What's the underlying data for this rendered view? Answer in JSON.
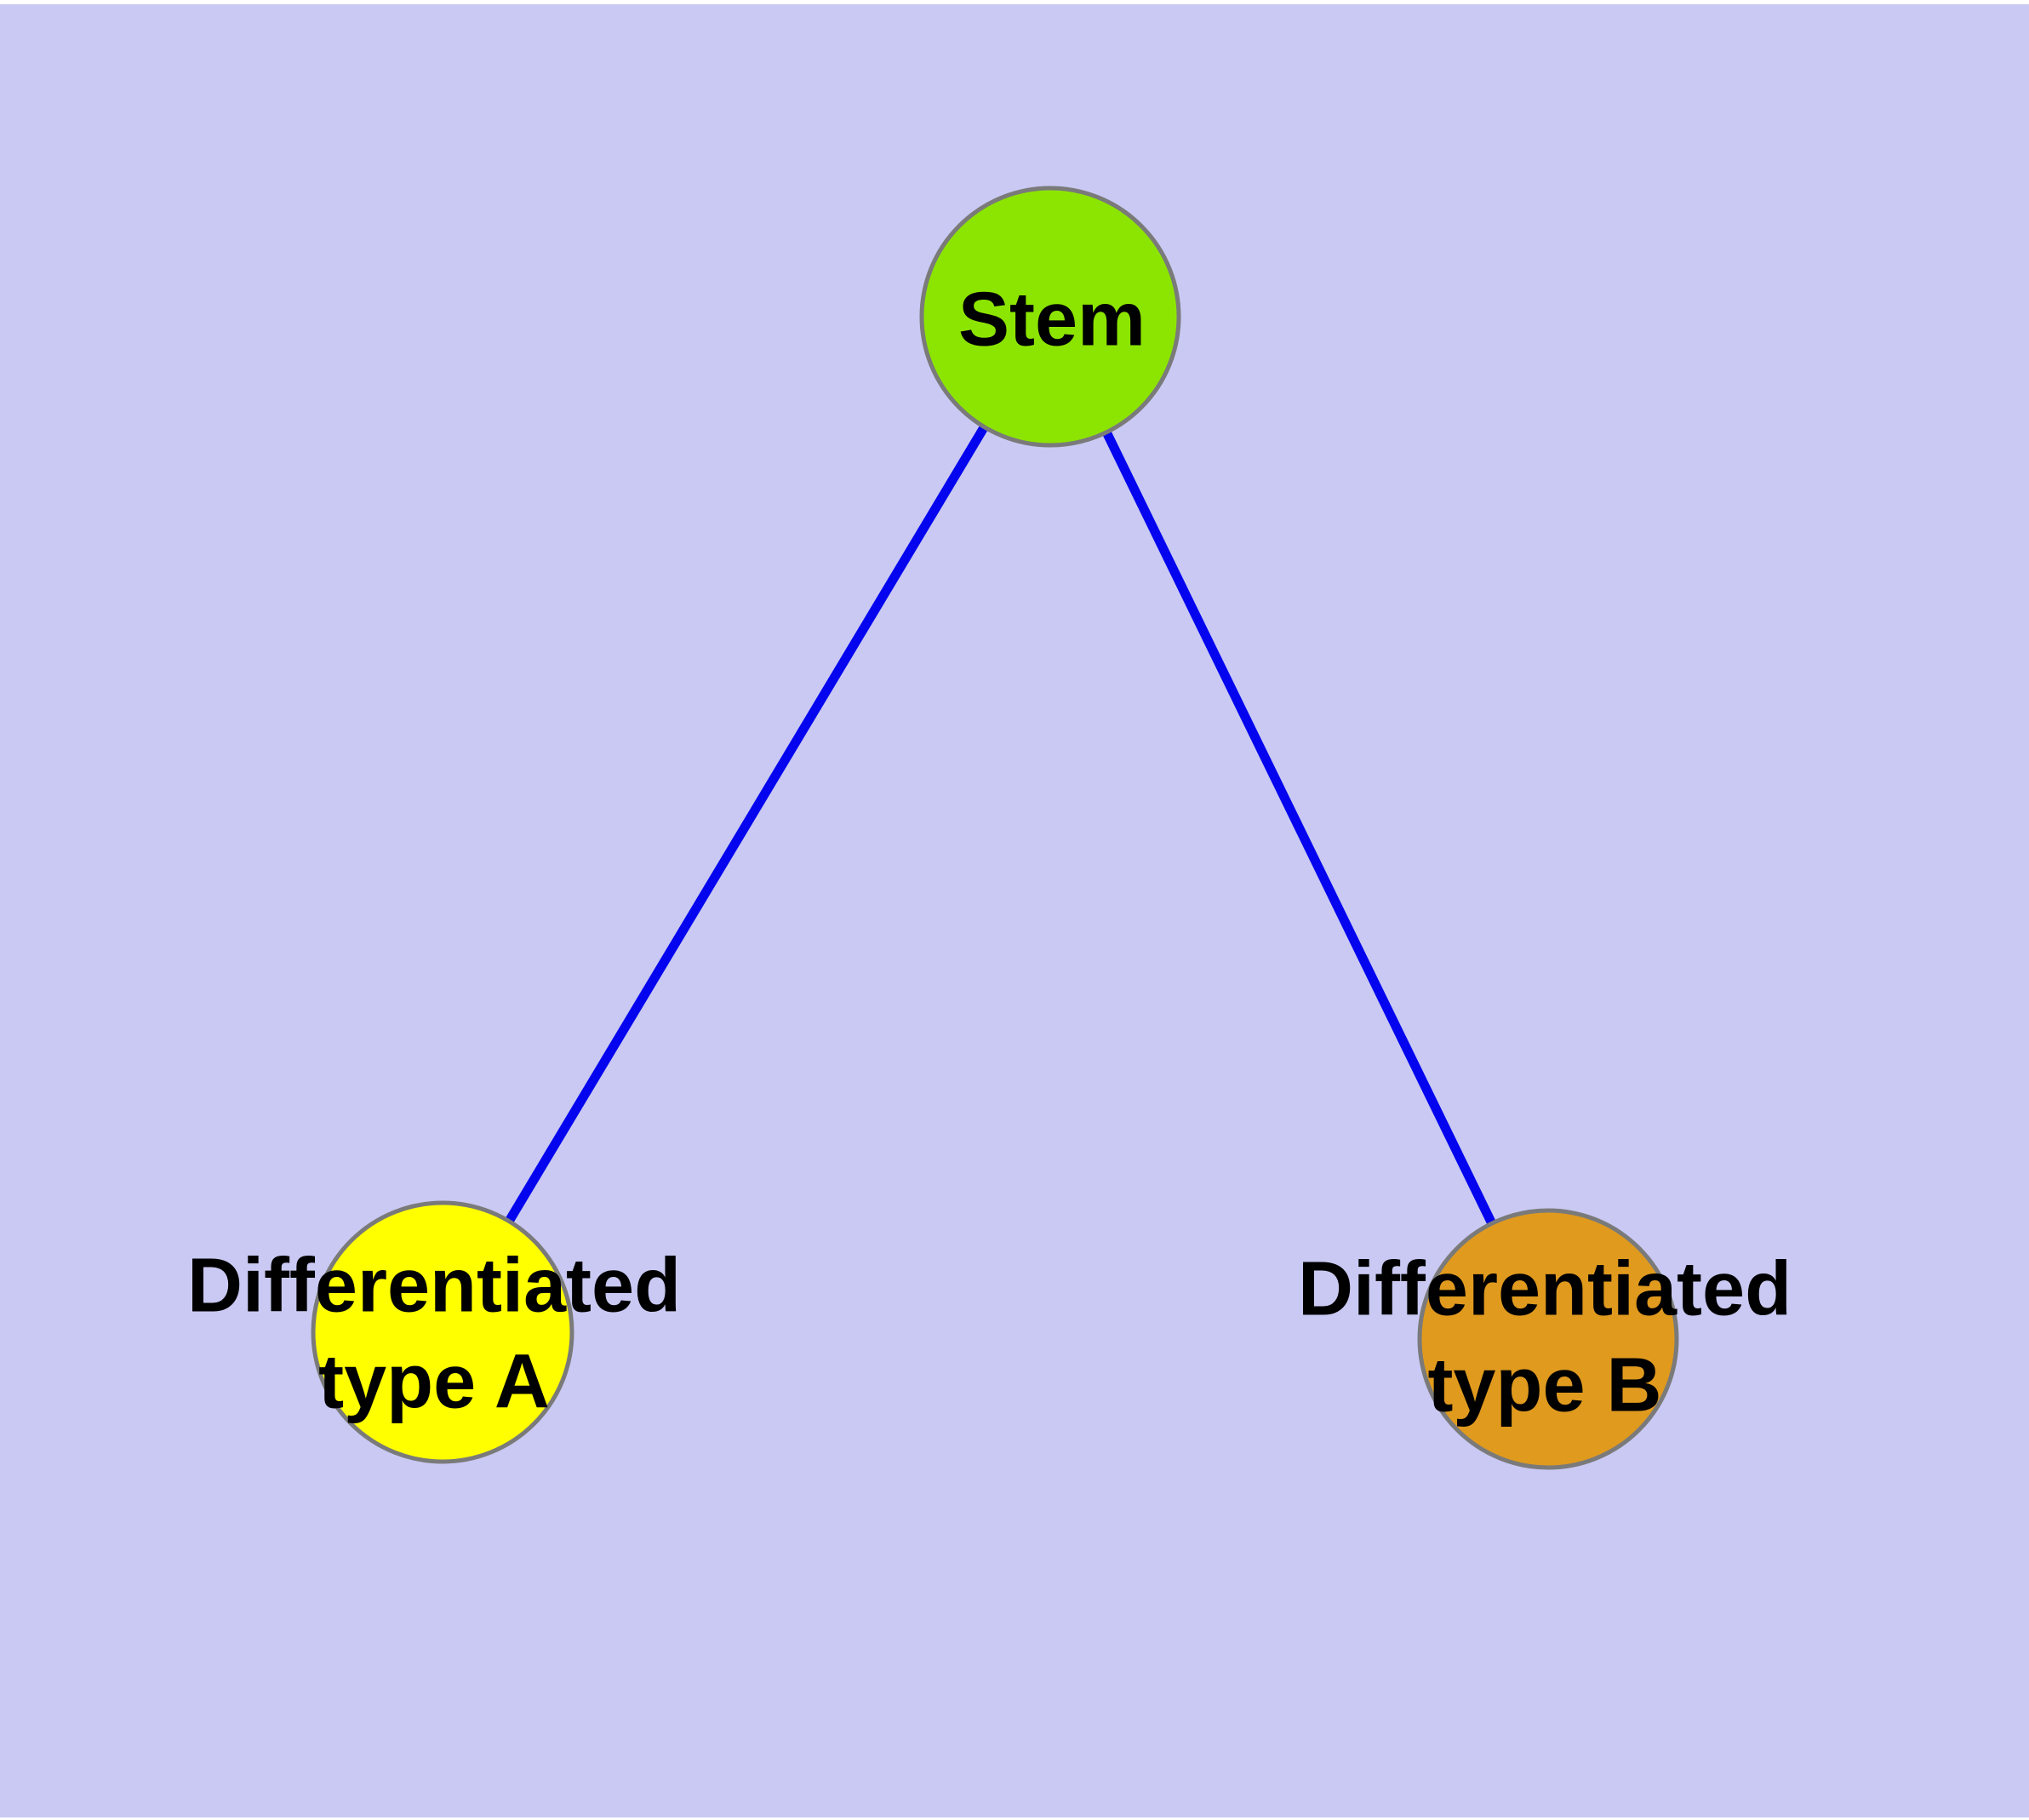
{
  "diagram": {
    "type": "node-link-graph",
    "background_color": "#C9C9F3",
    "frame_color": "#FFFFFF",
    "edge_color": "#0404EE",
    "node_border_color": "#7A7A7A",
    "label_color": "#000000",
    "nodes": {
      "stem": {
        "label": "Stem",
        "color": "#8CE500"
      },
      "type_a": {
        "label": "Differentiated\ntype A",
        "color": "#FFFF00"
      },
      "type_b": {
        "label": "Differentiated\ntype B",
        "color": "#E09A1E"
      }
    },
    "edges": [
      {
        "from": "Stem",
        "to": "Differentiated type A"
      },
      {
        "from": "Stem",
        "to": "Differentiated type B"
      }
    ]
  }
}
